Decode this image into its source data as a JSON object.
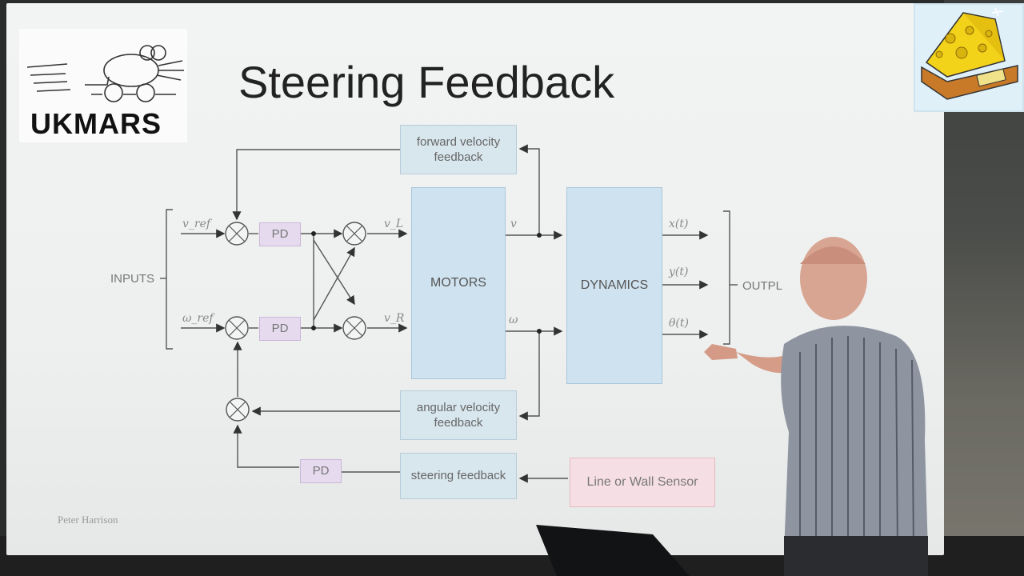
{
  "slide": {
    "title": "Steering Feedback",
    "logo_text": "UKMARS",
    "author": "Peter Harrison"
  },
  "diagram": {
    "inputs_label": "INPUTS",
    "outputs_label": "OUTPL",
    "v_ref": "v_ref",
    "w_ref": "ω_ref",
    "pd_label": "PD",
    "v_l": "v_L",
    "v_r": "v_R",
    "v": "v",
    "w": "ω",
    "x_t": "x(t)",
    "y_t": "y(t)",
    "theta_t": "θ(t)",
    "motors": "MOTORS",
    "dynamics": "DYNAMICS",
    "forward_feedback": "forward velocity feedback",
    "angular_feedback": "angular velocity feedback",
    "steering_feedback": "steering feedback",
    "sensor": "Line or Wall Sensor"
  },
  "colors": {
    "feedback_block": "#d8e6ee",
    "main_block": "#cfe2ef",
    "pd_block": "#e6dbee",
    "sensor_block": "#f6dfe4"
  }
}
